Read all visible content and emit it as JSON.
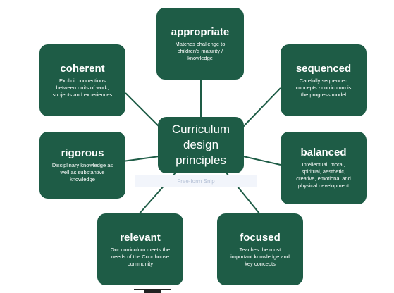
{
  "diagram": {
    "center_label": "Curriculum\ndesign\nprinciples",
    "nodes": [
      {
        "id": "appropriate",
        "title": "appropriate",
        "description": "Matches challenge to\nchildren's maturity /\nknowledge"
      },
      {
        "id": "coherent",
        "title": "coherent",
        "description": "Explicit connections\nbetween units of work,\nsubjects and experiences"
      },
      {
        "id": "sequenced",
        "title": "sequenced",
        "description": "Carefully sequenced\nconcepts - curriculum is\nthe progress model"
      },
      {
        "id": "rigorous",
        "title": "rigorous",
        "description": "Disciplinary knowledge as\nwell as substantive\nknowledge"
      },
      {
        "id": "balanced",
        "title": "balanced",
        "description": "Intellectual, moral,\nspiritual, aesthetic,\ncreative, emotional and\nphysical development"
      },
      {
        "id": "relevant",
        "title": "relevant",
        "description": "Our curriculum meets the\nneeds of the Courthouse\ncommunity"
      },
      {
        "id": "focused",
        "title": "focused",
        "description": "Teaches the most\nimportant knowledge and\nkey concepts"
      }
    ],
    "box_color": "#1e5c46",
    "line_color": "#1e5c46",
    "text_color": "#ffffff"
  },
  "overlay": {
    "snip_label": "Free-form Snip"
  }
}
